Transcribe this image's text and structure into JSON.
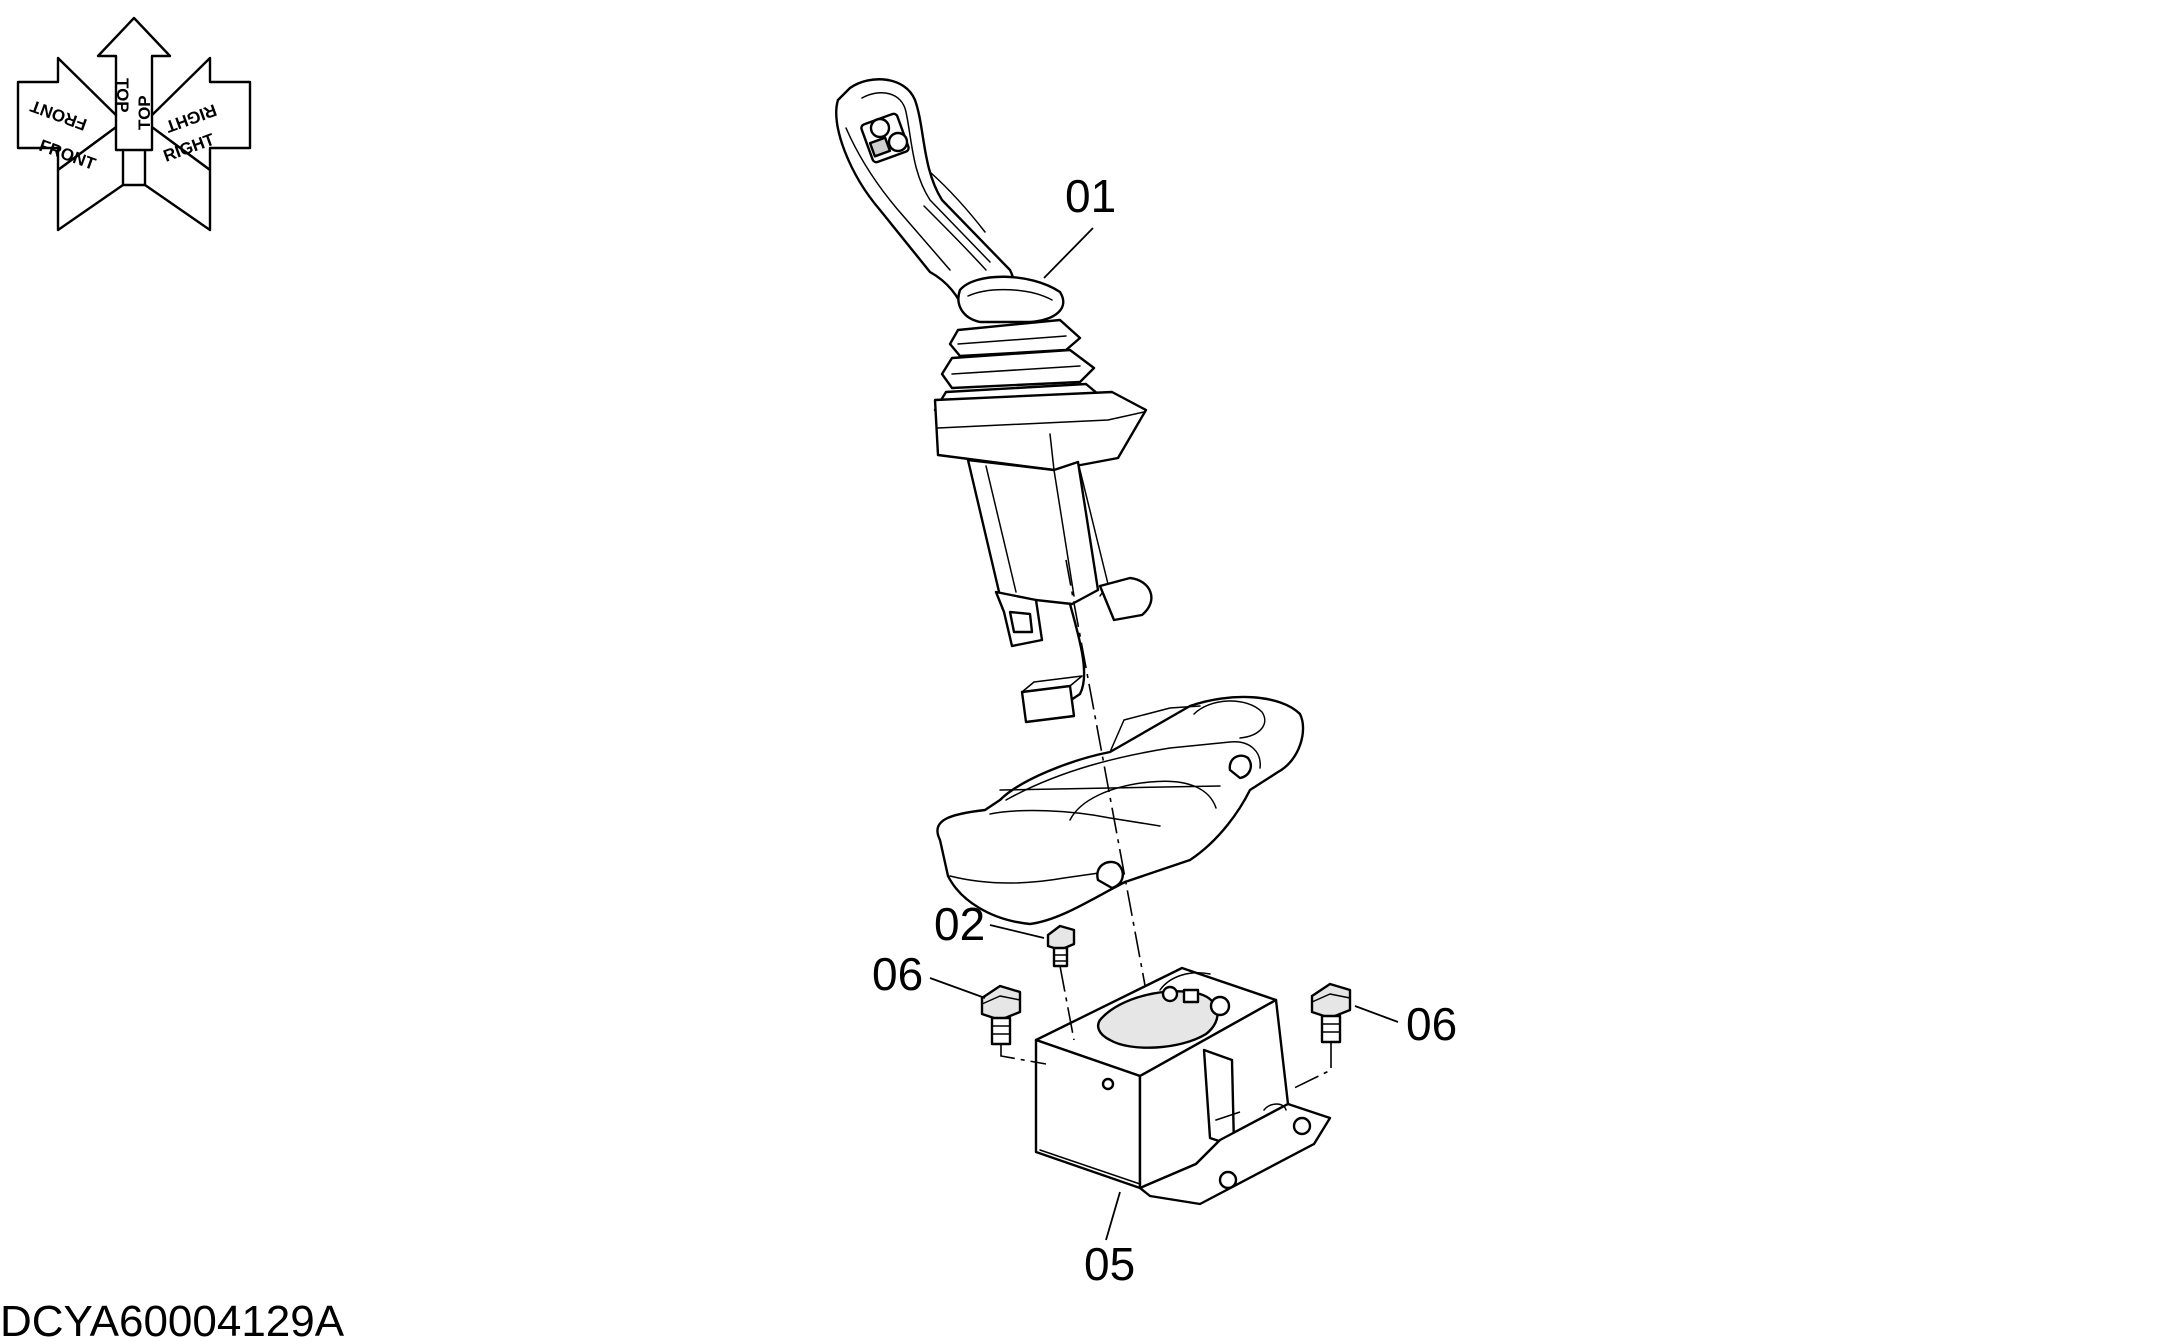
{
  "orientation": {
    "labels": {
      "front": "FRONT",
      "front_mirror": "FRONT",
      "top": "TOP",
      "top_mirror": "TOP",
      "right": "RIGHT",
      "right_mirror": "RIGHT"
    }
  },
  "callouts": {
    "c01": "01",
    "c02": "02",
    "c05": "05",
    "c06_left": "06",
    "c06_right": "06"
  },
  "document_id": "DCYA60004129A"
}
